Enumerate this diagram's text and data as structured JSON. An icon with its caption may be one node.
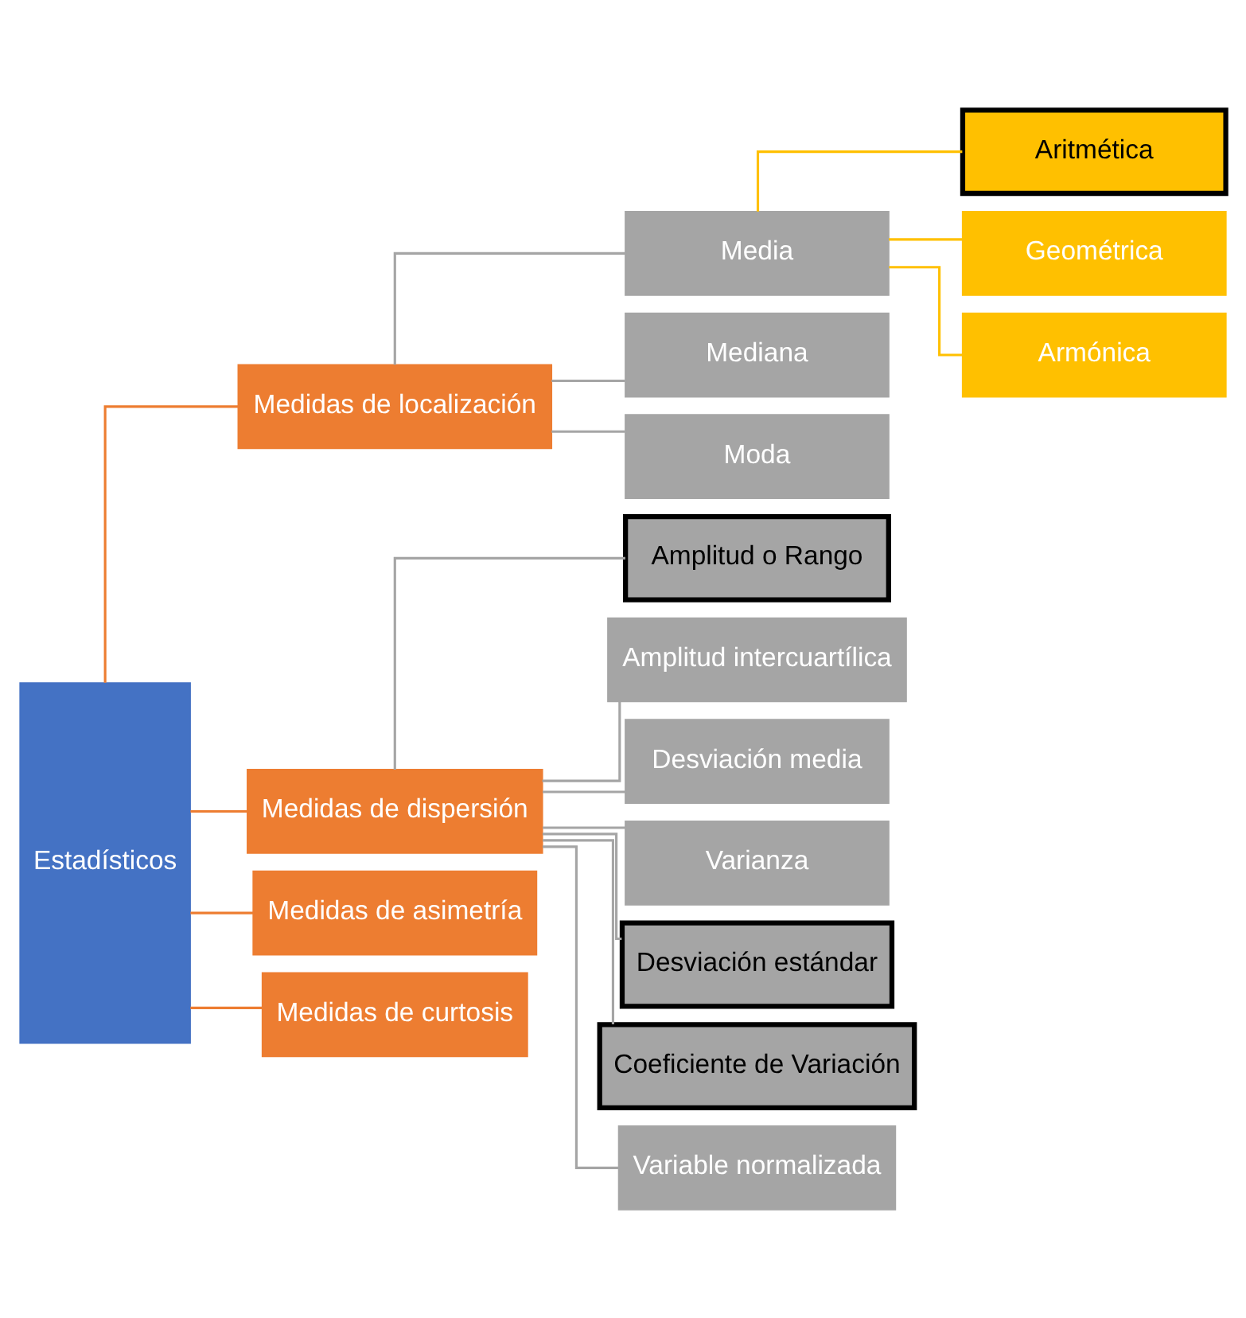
{
  "diagram": {
    "nodes": [
      {
        "text": [
          "Estadísticos"
        ]
      },
      {
        "text": [
          "Medidas de localización"
        ]
      },
      {
        "text": [
          "Media"
        ]
      },
      {
        "text": [
          "Aritmética"
        ]
      },
      {
        "text": [
          "Geométrica"
        ]
      },
      {
        "text": [
          "Armónica"
        ]
      },
      {
        "text": [
          "Mediana"
        ]
      },
      {
        "text": [
          "Moda"
        ]
      },
      {
        "text": [
          "Medidas de dispersión"
        ]
      },
      {
        "text": [
          "Amplitud o Rango"
        ]
      },
      {
        "text": [
          "Amplitud intercuartílica"
        ]
      },
      {
        "text": [
          "Desviación media"
        ]
      },
      {
        "text": [
          "Varianza"
        ]
      },
      {
        "text": [
          "Desviación estándar"
        ]
      },
      {
        "text": [
          "Coeficiente de Variación"
        ]
      },
      {
        "text": [
          "Variable normalizada"
        ]
      },
      {
        "text": [
          "Medidas de asimetría"
        ]
      },
      {
        "text": [
          "Medidas de curtosis"
        ]
      }
    ],
    "edges": [
      {
        "from": 0,
        "to": 1,
        "arrow": "none",
        "color": "#ed7d31"
      },
      {
        "from": 1,
        "to": 2,
        "arrow": "none"
      },
      {
        "from": 2,
        "to": 3,
        "arrow": "none",
        "color": "#ffc000"
      },
      {
        "from": 2,
        "to": 4,
        "arrow": "none",
        "color": "#ffc000"
      },
      {
        "from": 2,
        "to": 5,
        "arrow": "none",
        "color": "#ffc000"
      },
      {
        "from": 1,
        "to": 6,
        "arrow": "none"
      },
      {
        "from": 1,
        "to": 7,
        "arrow": "none"
      },
      {
        "from": 0,
        "to": 8,
        "arrow": "none",
        "color": "#ed7d31"
      },
      {
        "from": 8,
        "to": 9,
        "arrow": "none"
      },
      {
        "from": 8,
        "to": 10,
        "arrow": "none"
      },
      {
        "from": 8,
        "to": 11,
        "arrow": "none"
      },
      {
        "from": 8,
        "to": 12,
        "arrow": "none"
      },
      {
        "from": 8,
        "to": 13,
        "arrow": "none"
      },
      {
        "from": 8,
        "to": 14,
        "arrow": "none"
      },
      {
        "from": 8,
        "to": 15,
        "arrow": "none"
      },
      {
        "from": 0,
        "to": 16,
        "arrow": "none",
        "color": "#ed7d31"
      },
      {
        "from": 0,
        "to": 17,
        "arrow": "none",
        "color": "#ed7d31"
      }
    ]
  }
}
